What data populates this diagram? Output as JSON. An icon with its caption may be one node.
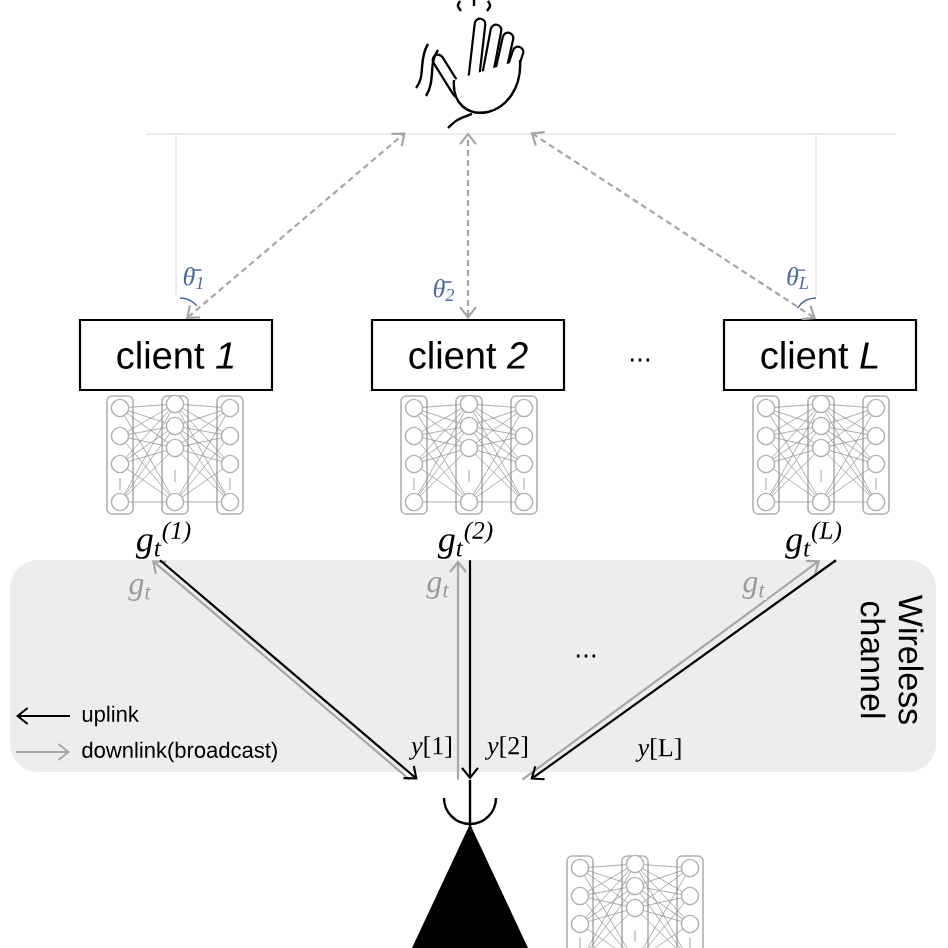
{
  "diagram": {
    "nodes": [
      {
        "text": [],
        "shape": "picture"
      },
      {
        "text": [
          "client *1*"
        ]
      },
      {
        "text": [
          "client *2*"
        ]
      },
      {
        "text": [
          "client *L*"
        ]
      },
      {
        "text": [
          "g$_{t}$$^{(1)}$"
        ]
      },
      {
        "text": [
          "g$_{t}$$^{(2)}$"
        ]
      },
      {
        "text": [
          "g$_{t}$$^{(L)}$"
        ]
      },
      {
        "text": [],
        "shape": "picture"
      }
    ],
    "edges": [
      {
        "from": 1,
        "to": 0,
        "arrow": "both",
        "style": "dashed",
        "color": "#a6a6a6",
        "label": "θ̄$_{1}$"
      },
      {
        "from": 2,
        "to": 0,
        "arrow": "both",
        "style": "dashed",
        "color": "#a6a6a6",
        "label": "θ̄$_{2}$"
      },
      {
        "from": 3,
        "to": 0,
        "arrow": "both",
        "style": "dashed",
        "color": "#a6a6a6",
        "label": "θ̄$_{L}$"
      },
      {
        "from": 7,
        "to": 4,
        "arrow": "to",
        "color": "#a6a6a6",
        "label": "g$_{t}$"
      },
      {
        "from": 4,
        "to": 7,
        "arrow": "to",
        "color": "#000000",
        "label": "*y*[1]"
      },
      {
        "from": 7,
        "to": 5,
        "arrow": "to",
        "color": "#a6a6a6",
        "label": "g$_{t}$"
      },
      {
        "from": 5,
        "to": 7,
        "arrow": "to",
        "color": "#000000",
        "label": "*y*[2]"
      },
      {
        "from": 7,
        "to": 6,
        "arrow": "to",
        "color": "#a6a6a6",
        "label": "g$_{t}$"
      },
      {
        "from": 6,
        "to": 7,
        "arrow": "to",
        "color": "#000000",
        "label": "*y*[L]"
      }
    ],
    "labels": [
      "...",
      "...",
      "Wireless channel"
    ],
    "legend": [
      {
        "text": "uplink"
      },
      {
        "text": "downlink(broadcast)"
      }
    ]
  }
}
